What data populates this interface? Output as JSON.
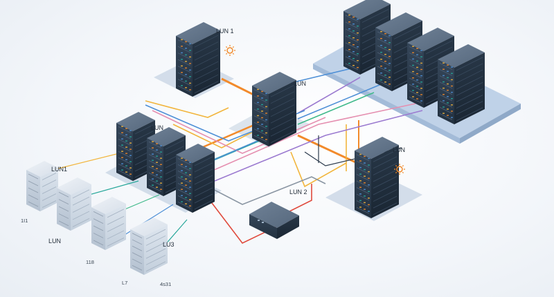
{
  "labels": {
    "lun_top": "LUN 1",
    "lun_center": "LUN",
    "lun_left_cluster": "LUN",
    "lun_right": "LUN",
    "lun_2": "LUN 2",
    "lun1_small": "LUN1",
    "lun_small": "LUN",
    "lu3": "LU3",
    "c_111": "1I1",
    "c_118": "118",
    "c_l7": "L7",
    "c_4s31": "4s31"
  },
  "colors": {
    "orange": "#f28a2b",
    "yellow": "#f2b53c",
    "teal": "#27a79a",
    "green": "#3fb98a",
    "blue": "#4d8fd6",
    "purple": "#9b7ad0",
    "pink": "#e58fb0",
    "red": "#e04a3d",
    "gray": "#8a96a3",
    "server_dark": "#2b3a4c",
    "platform": "#b9cde6"
  },
  "icons": [
    "sun-icon",
    "sun-icon"
  ]
}
